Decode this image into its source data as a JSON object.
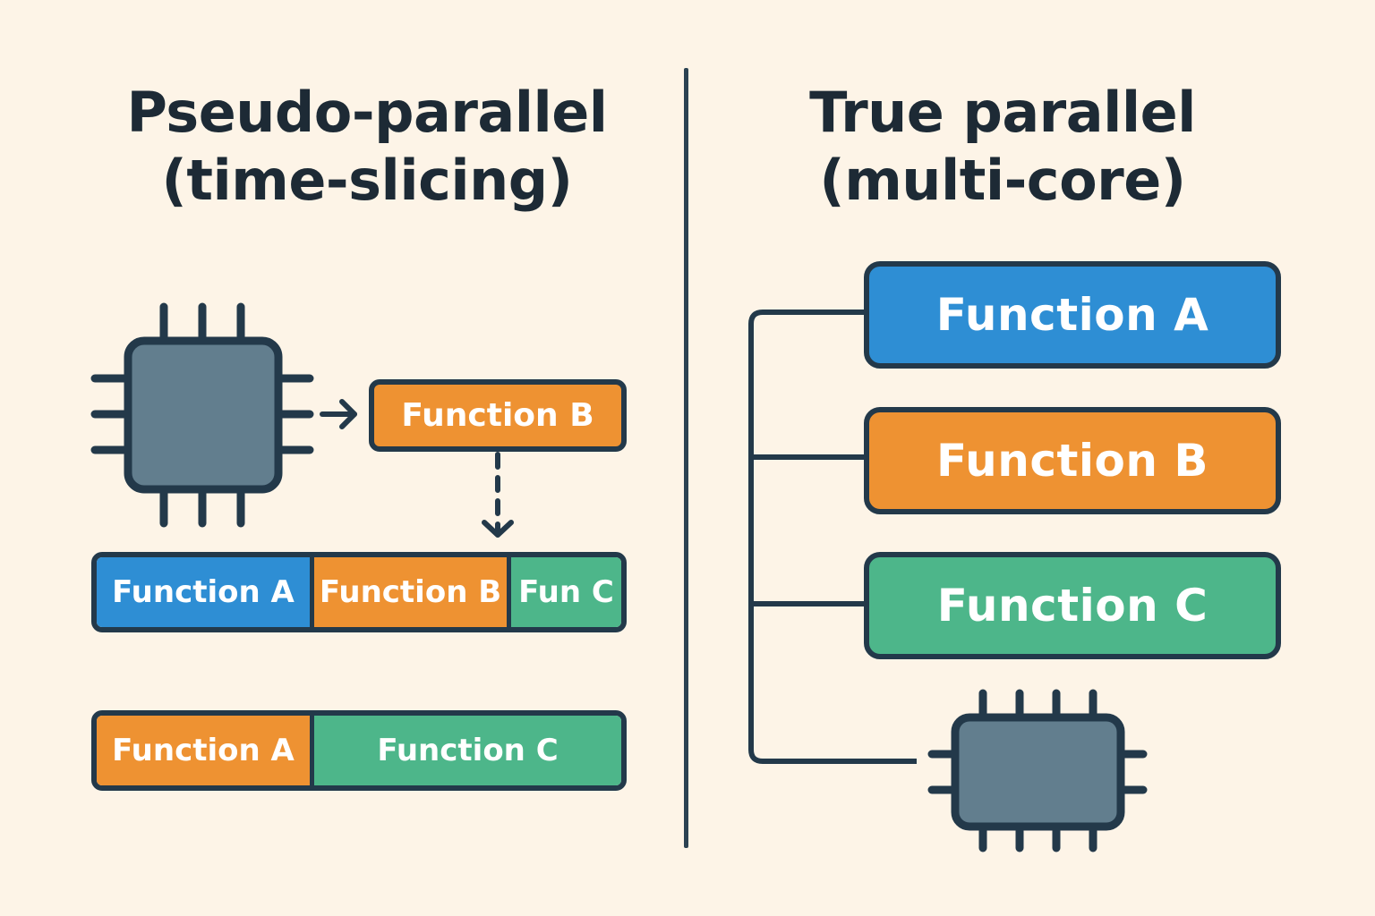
{
  "colors": {
    "background": "#fdf4e7",
    "outline": "#23394a",
    "text_dark": "#1d2a35",
    "function_a": "#2e8ed4",
    "function_b": "#ee9232",
    "function_c": "#4db68a",
    "chip": "#627e8e"
  },
  "left_panel": {
    "title_line1": "Pseudo-parallel",
    "title_line2": "(time-slicing)",
    "cpu_icon": "cpu-chip-icon",
    "current_task": "Function B",
    "timeline_1": [
      {
        "label": "Function A",
        "color": "#2e8ed4"
      },
      {
        "label": "Function B",
        "color": "#ee9232"
      },
      {
        "label": "Fun C",
        "color": "#4db68a"
      }
    ],
    "timeline_2": [
      {
        "label": "Function A",
        "color": "#ee9232"
      },
      {
        "label": "Function C",
        "color": "#4db68a"
      }
    ]
  },
  "right_panel": {
    "title_line1": "True parallel",
    "title_line2": "(multi-core)",
    "cpu_icon": "cpu-chip-icon",
    "functions": [
      {
        "label": "Function A",
        "color": "#2e8ed4"
      },
      {
        "label": "Function B",
        "color": "#ee9232"
      },
      {
        "label": "Function C",
        "color": "#4db68a"
      }
    ]
  }
}
